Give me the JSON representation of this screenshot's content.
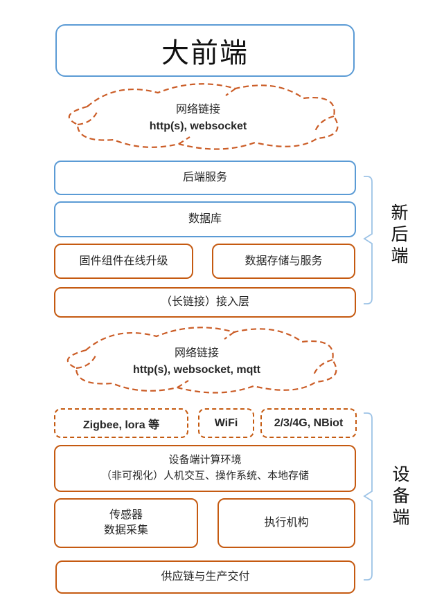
{
  "colors": {
    "box_blue": "#5B9BD5",
    "box_orange": "#C55A11",
    "cloud_orange": "#CB5D27",
    "brace_blue": "#9DC3E6",
    "text": "#262626"
  },
  "title": "大前端",
  "cloud_top": {
    "line1": "网络链接",
    "line2": "http(s), websocket"
  },
  "backend": {
    "service": "后端服务",
    "database": "数据库",
    "firmware": "固件组件在线升级",
    "storage": "数据存储与服务",
    "access": "（长链接）接入层",
    "brace_label": "新后端"
  },
  "cloud_bottom": {
    "line1": "网络链接",
    "line2": "http(s), websocket, mqtt"
  },
  "device": {
    "connectivity": [
      "Zigbee, lora 等",
      "WiFi",
      "2/3/4G, NBiot"
    ],
    "env_line1": "设备端计算环境",
    "env_line2": "（非可视化）人机交互、操作系统、本地存储",
    "sensor_line1": "传感器",
    "sensor_line2": "数据采集",
    "actuator": "执行机构",
    "supply": "供应链与生产交付",
    "brace_label": "设备端"
  }
}
